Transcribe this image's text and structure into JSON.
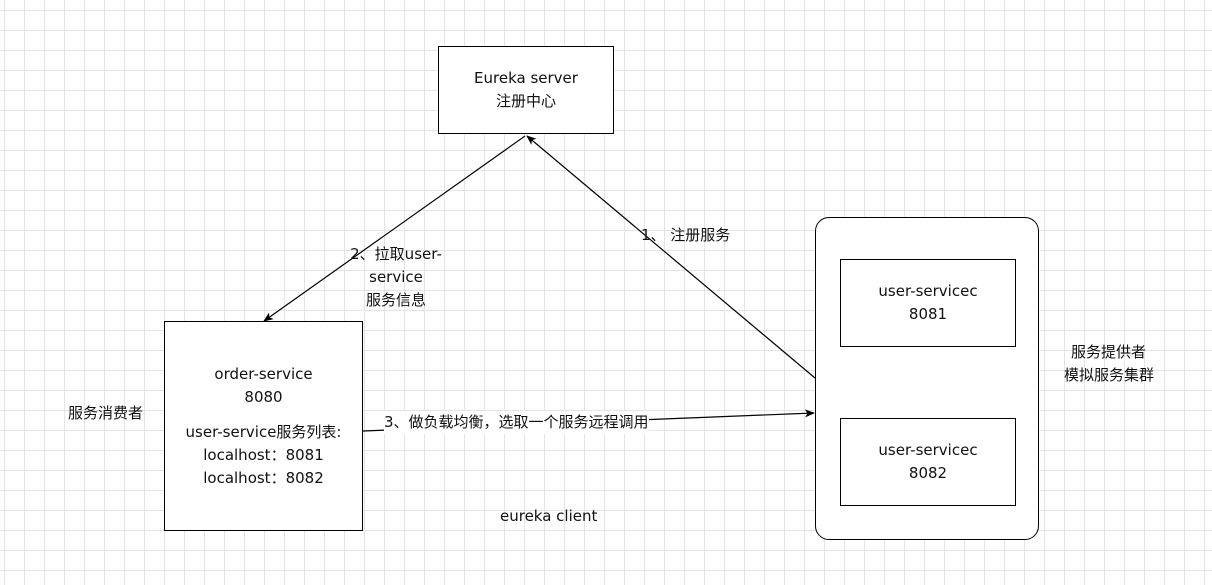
{
  "eureka_server": {
    "line1": "Eureka server",
    "line2": "注册中心"
  },
  "order_service": {
    "line1": "order-service",
    "line2": "8080",
    "list_title": "user-service服务列表:",
    "list_items": [
      "localhost：8081",
      "localhost：8082"
    ]
  },
  "provider_1": {
    "line1": "user-servicec",
    "line2": "8081"
  },
  "provider_2": {
    "line1": "user-servicec",
    "line2": "8082"
  },
  "labels": {
    "consumer": "服务消费者",
    "provider_line1": "服务提供者",
    "provider_line2": "模拟服务集群",
    "client": "eureka client"
  },
  "edges": {
    "register": "1、 注册服务",
    "pull_line1": "2、拉取user-",
    "pull_line2": "service",
    "pull_line3": "服务信息",
    "call": "3、做负载均衡，选取一个服务远程调用"
  }
}
